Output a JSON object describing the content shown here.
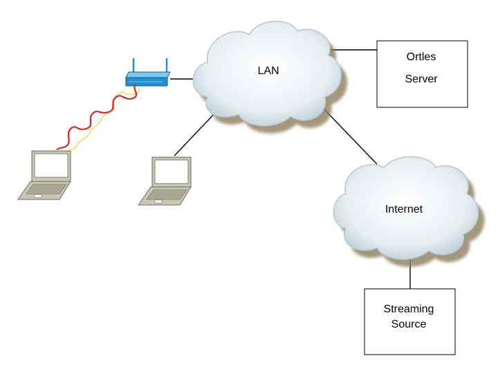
{
  "lan": {
    "label": "LAN"
  },
  "internet": {
    "label": "Internet"
  },
  "ortles_server": {
    "line1": "Ortles",
    "line2": "Server"
  },
  "streaming_source": {
    "line1": "Streaming",
    "line2": "Source"
  },
  "colors": {
    "cloud_fill": "#dfe9ee",
    "cloud_stroke": "#b7c9d2",
    "router": "#1e8fcf",
    "wireless_wave_a": "#e02020",
    "wireless_wave_b": "#f3e27a",
    "laptop_body": "#c9c7b3",
    "link": "#000000"
  }
}
